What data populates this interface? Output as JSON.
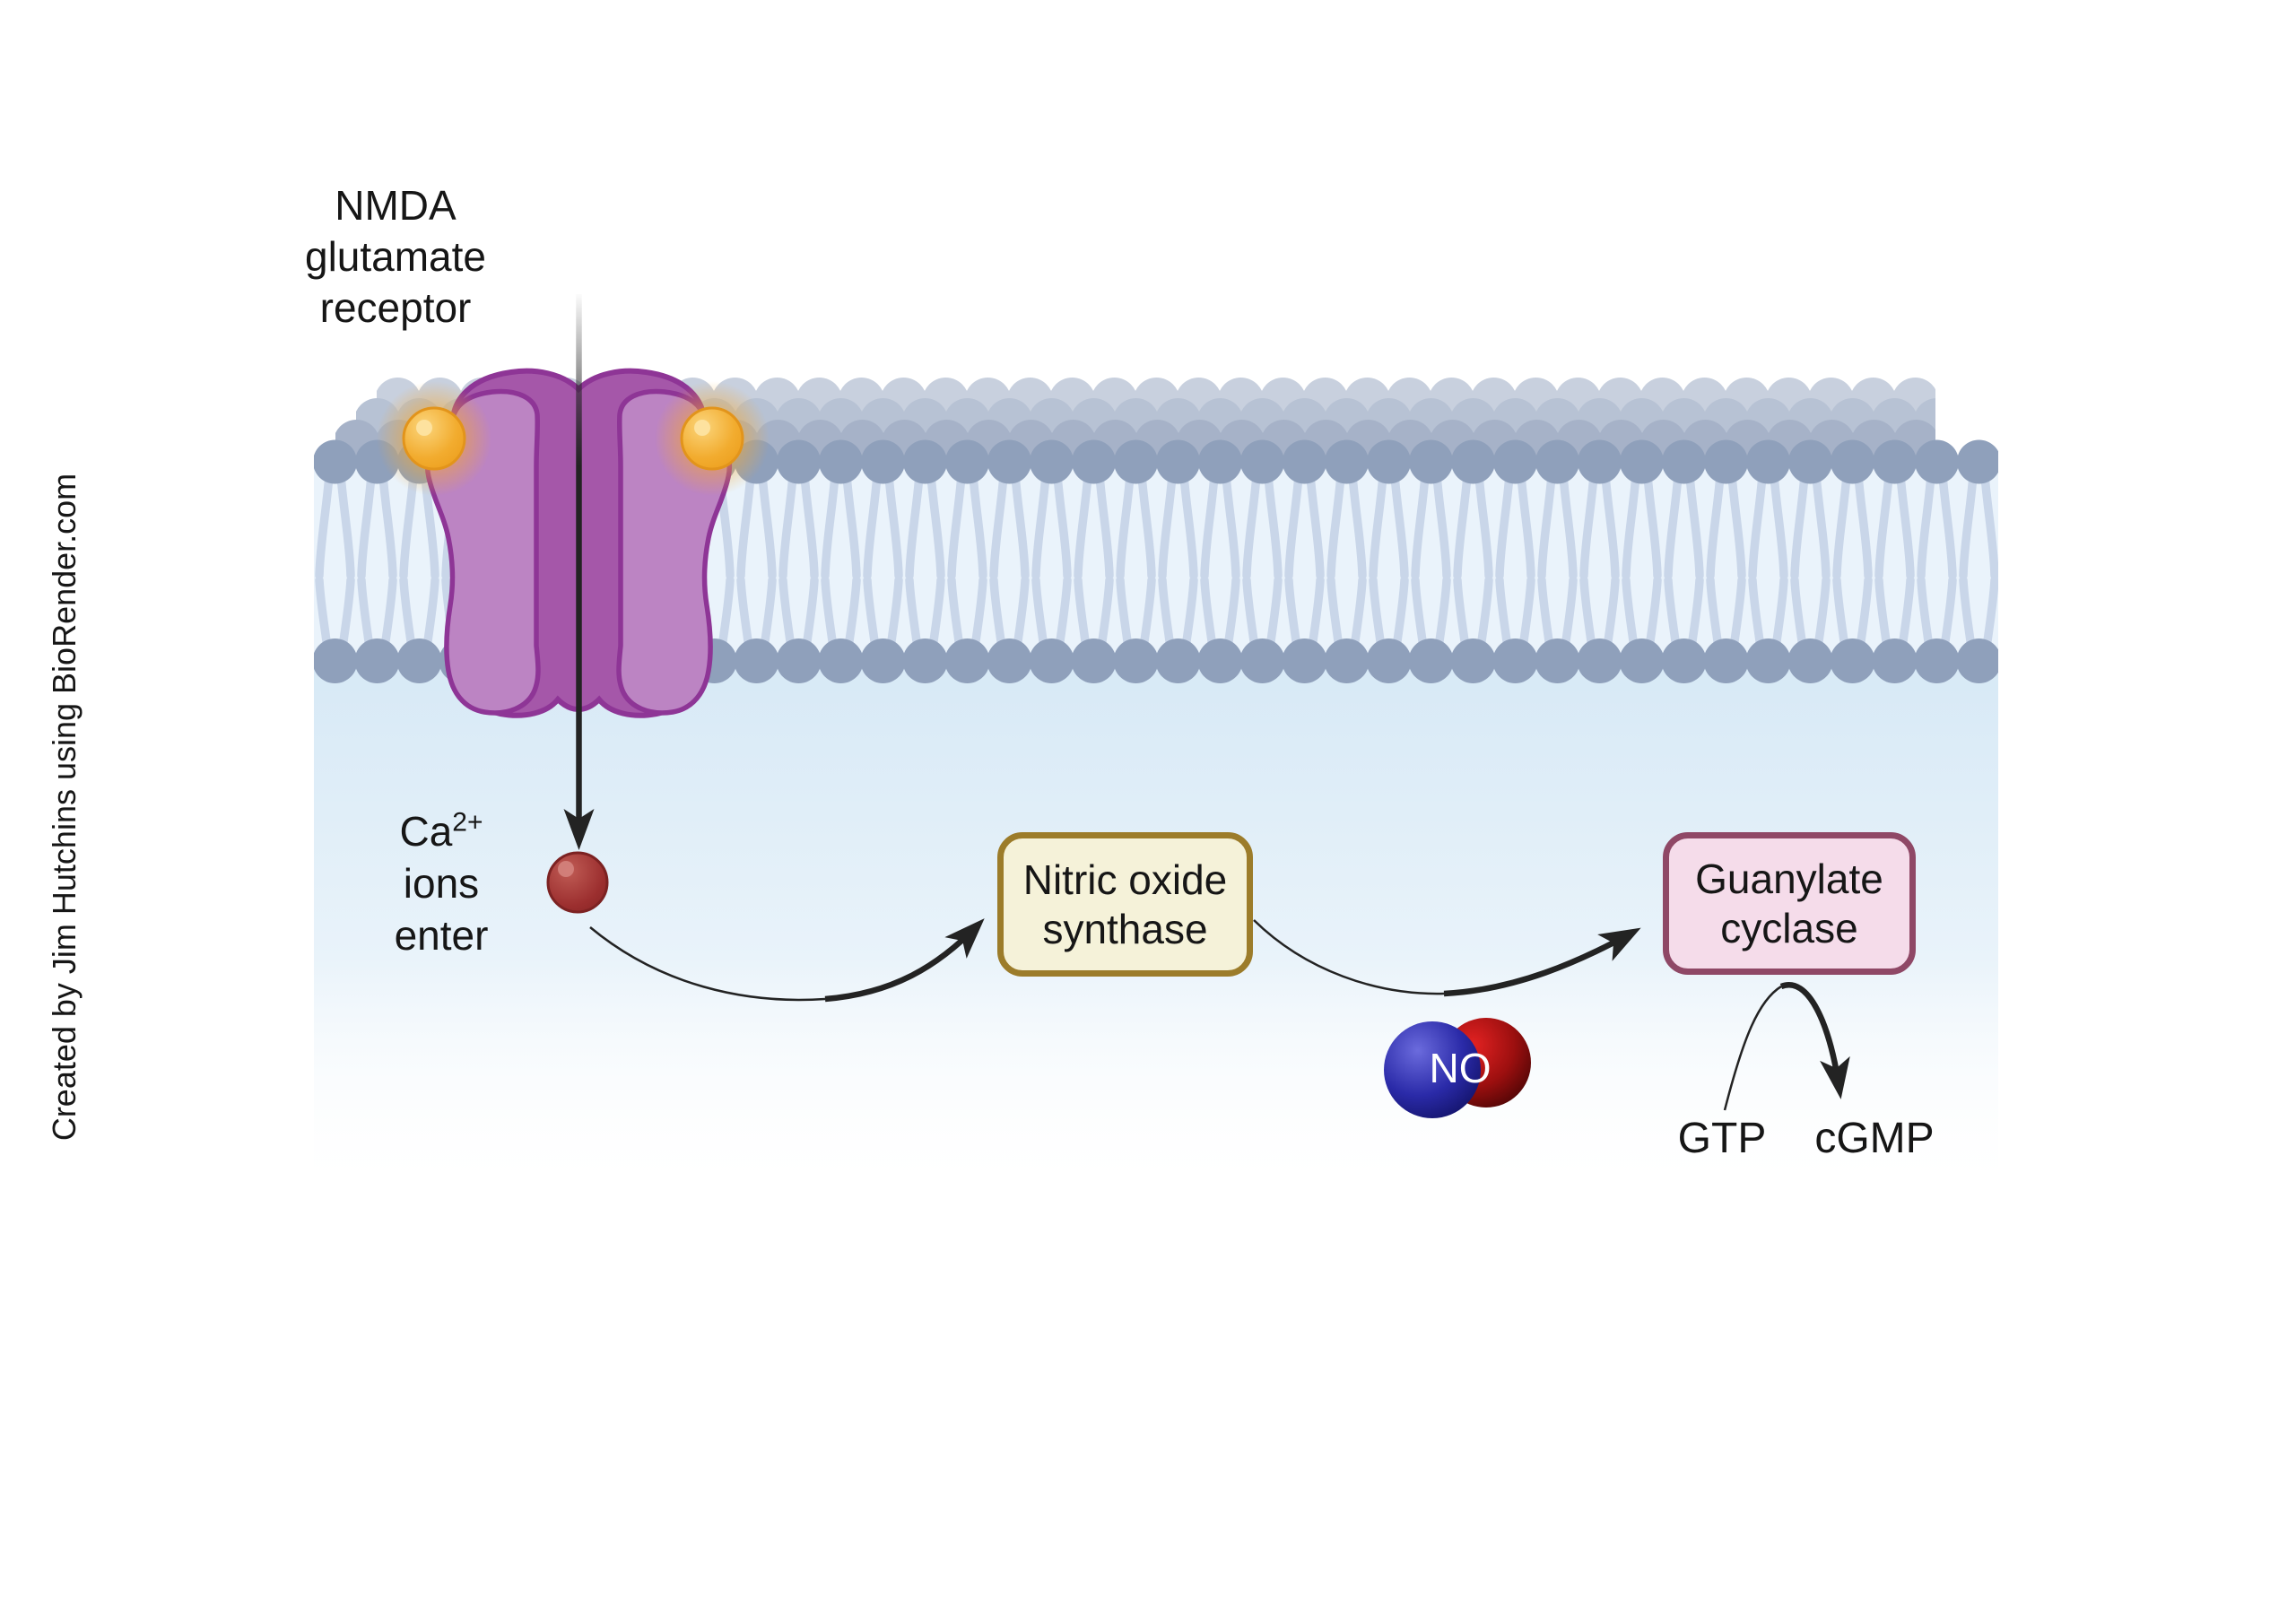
{
  "credit": "Created by Jim Hutchins using BioRender.com",
  "title": {
    "lines": [
      "NMDA",
      "glutamate",
      "receptor"
    ]
  },
  "labels": {
    "ca_base": "Ca",
    "ca_superscript": "2+",
    "ca_line2": "ions",
    "ca_line3": "enter",
    "gtp": "GTP",
    "cgmp": "cGMP",
    "no": "NO"
  },
  "boxes": {
    "nitric_oxide_synthase": {
      "line1": "Nitric oxide",
      "line2": "synthase",
      "fill": "#f5f2d9",
      "border": "#9c7c2a"
    },
    "guanylate_cyclase": {
      "line1": "Guanylate",
      "line2": "cyclase",
      "fill": "#f5dcea",
      "border": "#8f4866"
    }
  },
  "colors": {
    "membrane_head": "#8fa0bb",
    "membrane_head_light": "#c8d0de",
    "membrane_tail": "#c9d6e9",
    "cytoplasm_blue": "#d7e9f6",
    "receptor_back_purple": "#a557a9",
    "receptor_front_purple": "#bc84c3",
    "receptor_outline": "#8e3596",
    "glutamate_orange": "#f2ac2f",
    "calcium_red": "#9c2f2f",
    "no_nitrogen_blue": "#2a2aa8",
    "no_oxygen_red": "#9c0f0f",
    "arrow_black": "#232323"
  }
}
